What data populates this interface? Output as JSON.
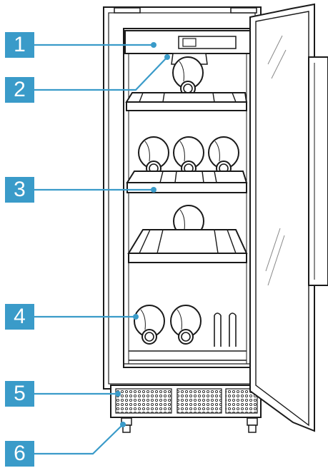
{
  "callouts": [
    {
      "number": "1",
      "component": "control-panel"
    },
    {
      "number": "2",
      "component": "interior-light"
    },
    {
      "number": "3",
      "component": "wooden-shelf"
    },
    {
      "number": "4",
      "component": "bottle-rack"
    },
    {
      "number": "5",
      "component": "ventilation-grille"
    },
    {
      "number": "6",
      "component": "adjustable-feet"
    }
  ],
  "colors": {
    "callout_fill": "#3a9bc9",
    "callout_text": "#ffffff",
    "line_art": "#1a1a1a",
    "leader_line": "#3a9bc9"
  }
}
